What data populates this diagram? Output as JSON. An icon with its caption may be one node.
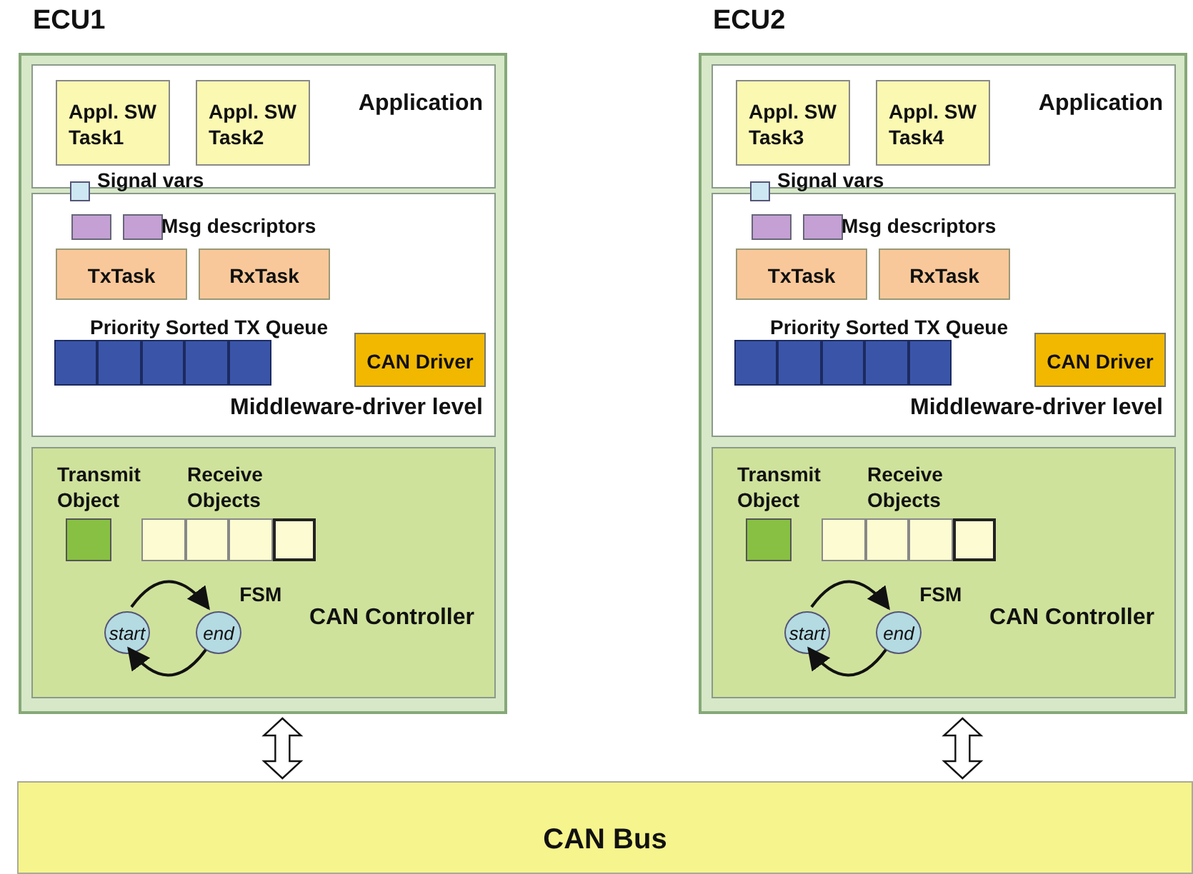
{
  "diagram": {
    "nodes": [
      {
        "text": [
          "ECU1"
        ]
      },
      {
        "text": [
          "Application"
        ],
        "in": 0
      },
      {
        "text": [
          "Appl. SW Task1"
        ],
        "in": 1
      },
      {
        "text": [
          "Appl. SW Task2"
        ],
        "in": 1
      },
      {
        "text": [],
        "shape": "box",
        "in": 0,
        "beside": [
          "Signal vars"
        ]
      },
      {
        "text": [
          "Middleware-driver level"
        ],
        "in": 0
      },
      {
        "text": [],
        "shape": "box",
        "in": 5
      },
      {
        "text": [],
        "shape": "box",
        "in": 5,
        "beside": [
          "Msg descriptors"
        ]
      },
      {
        "text": [
          "TxTask"
        ],
        "in": 5
      },
      {
        "text": [
          "RxTask"
        ],
        "in": 5
      },
      {
        "text": [],
        "shape": "bar",
        "in": 5,
        "beside": [
          "Priority Sorted TX Queue"
        ]
      },
      {
        "text": [
          "CAN Driver"
        ],
        "in": 5
      },
      {
        "text": [
          "CAN Controller"
        ],
        "in": 0
      },
      {
        "text": [],
        "shape": "box",
        "in": 12,
        "beside": [
          "Transmit Object"
        ]
      },
      {
        "text": [],
        "shape": "bar",
        "in": 12,
        "beside": [
          "Receive Objects"
        ]
      },
      {
        "text": [
          "start"
        ],
        "in": 12
      },
      {
        "text": [
          "end"
        ],
        "in": 12
      },
      {
        "text": [
          "ECU2"
        ]
      },
      {
        "text": [
          "Application"
        ],
        "in": 17
      },
      {
        "text": [
          "Appl. SW Task3"
        ],
        "in": 18
      },
      {
        "text": [
          "Appl. SW Task4"
        ],
        "in": 18
      },
      {
        "text": [],
        "shape": "box",
        "in": 17,
        "beside": [
          "Signal vars"
        ]
      },
      {
        "text": [
          "Middleware-driver level"
        ],
        "in": 17
      },
      {
        "text": [],
        "shape": "box",
        "in": 22
      },
      {
        "text": [],
        "shape": "box",
        "in": 22,
        "beside": [
          "Msg descriptors"
        ]
      },
      {
        "text": [
          "TxTask"
        ],
        "in": 22
      },
      {
        "text": [
          "RxTask"
        ],
        "in": 22
      },
      {
        "text": [],
        "shape": "bar",
        "in": 22,
        "beside": [
          "Priority Sorted TX Queue"
        ]
      },
      {
        "text": [
          "CAN Driver"
        ],
        "in": 22
      },
      {
        "text": [
          "CAN Controller"
        ],
        "in": 17
      },
      {
        "text": [],
        "shape": "box",
        "in": 29,
        "beside": [
          "Transmit Object"
        ]
      },
      {
        "text": [],
        "shape": "bar",
        "in": 29,
        "beside": [
          "Receive Objects"
        ]
      },
      {
        "text": [
          "start"
        ],
        "in": 29
      },
      {
        "text": [
          "end"
        ],
        "in": 29
      },
      {
        "text": [
          "CAN Bus"
        ]
      }
    ],
    "edges": [
      {
        "from": 15,
        "to": 16,
        "arrow": "to"
      },
      {
        "from": 16,
        "to": 15,
        "arrow": "to"
      },
      {
        "from": 32,
        "to": 33,
        "arrow": "to"
      },
      {
        "from": 33,
        "to": 32,
        "arrow": "to"
      },
      {
        "from": 0,
        "to": 34,
        "arrow": "both"
      },
      {
        "from": 17,
        "to": 34,
        "arrow": "both"
      }
    ],
    "labels": [
      "FSM",
      "FSM"
    ]
  }
}
